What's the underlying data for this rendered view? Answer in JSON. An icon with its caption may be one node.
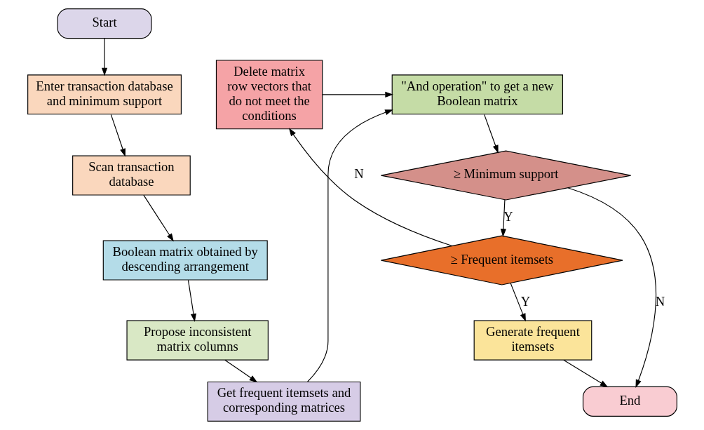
{
  "diagram": {
    "nodes": [
      {
        "text": [
          "Start"
        ]
      },
      {
        "text": [
          "Enter transaction database and minimum support"
        ]
      },
      {
        "text": [
          "Scan transaction database"
        ]
      },
      {
        "text": [
          "Boolean matrix obtained by descending arrangement"
        ]
      },
      {
        "text": [
          "Propose inconsistent matrix columns"
        ]
      },
      {
        "text": [
          "Get frequent itemsets and corresponding matrices"
        ]
      },
      {
        "text": [
          "\"And operation\" to get a new Boolean matrix"
        ]
      },
      {
        "text": [
          "≥ Minimum support"
        ]
      },
      {
        "text": [
          "≥ Frequent itemsets"
        ]
      },
      {
        "text": [
          "Generate frequent itemsets"
        ]
      },
      {
        "text": [
          "End"
        ]
      },
      {
        "text": [
          "Delete matrix row vectors that do not meet the conditions"
        ]
      }
    ],
    "edges": [
      {
        "from": 0,
        "to": 1,
        "arrow": "to"
      },
      {
        "from": 1,
        "to": 2,
        "arrow": "to"
      },
      {
        "from": 2,
        "to": 3,
        "arrow": "to"
      },
      {
        "from": 3,
        "to": 4,
        "arrow": "to"
      },
      {
        "from": 4,
        "to": 5,
        "arrow": "to"
      },
      {
        "from": 5,
        "to": 6,
        "arrow": "to"
      },
      {
        "from": 6,
        "to": 7,
        "arrow": "to"
      },
      {
        "from": 7,
        "to": 8,
        "arrow": "to",
        "label": "Y"
      },
      {
        "from": 7,
        "to": 10,
        "arrow": "to",
        "label": "N"
      },
      {
        "from": 8,
        "to": 9,
        "arrow": "to",
        "label": "Y"
      },
      {
        "from": 8,
        "to": 11,
        "arrow": "to",
        "label": "N"
      },
      {
        "from": 9,
        "to": 10,
        "arrow": "to"
      },
      {
        "from": 11,
        "to": 6,
        "arrow": "to"
      }
    ]
  }
}
